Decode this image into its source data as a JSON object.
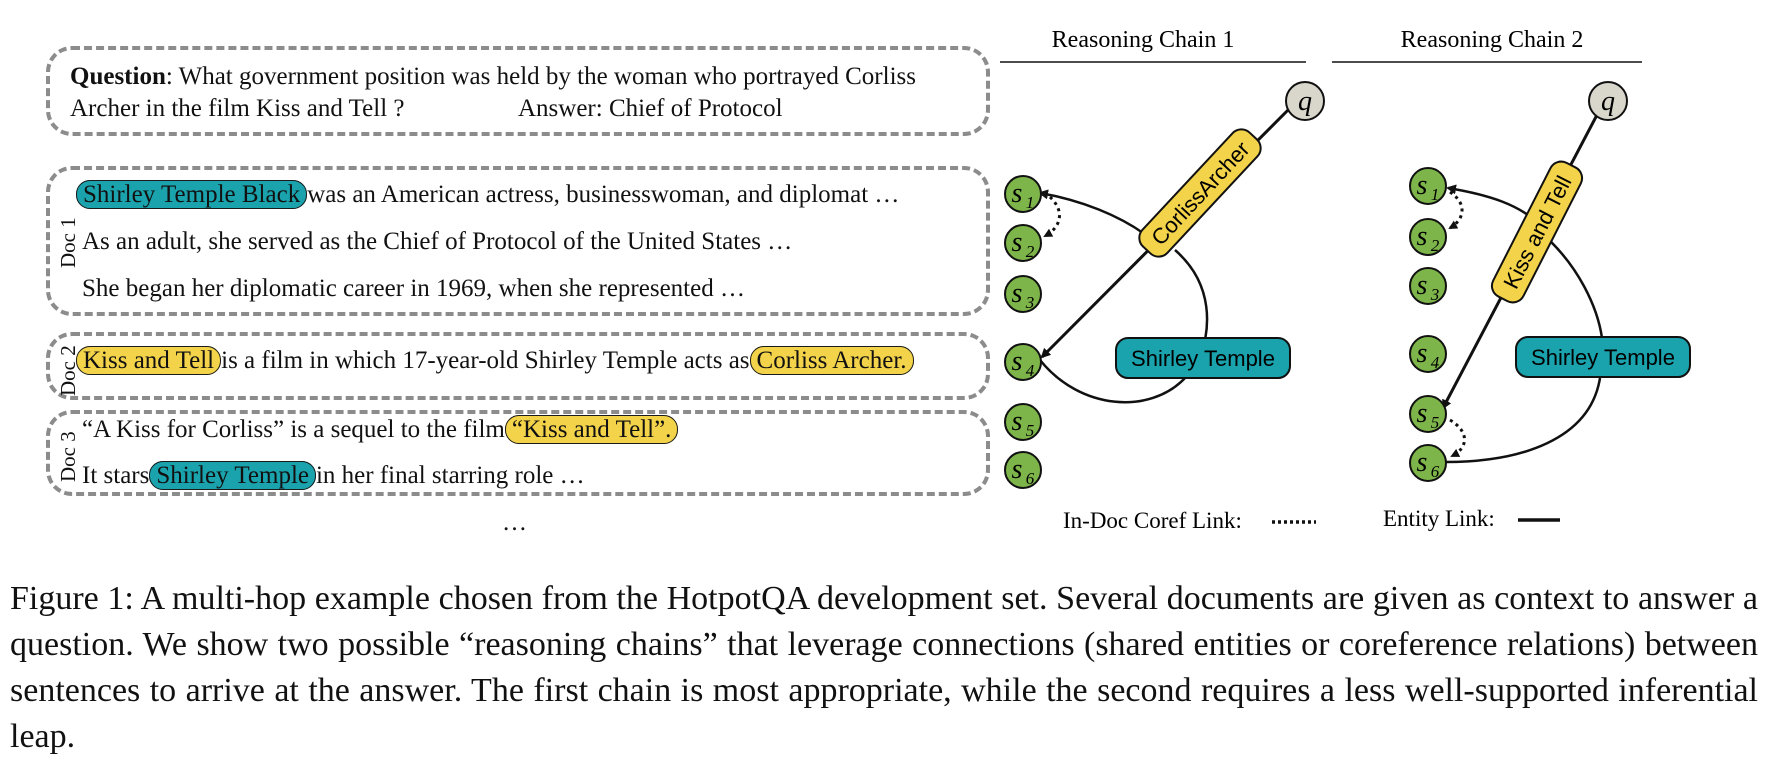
{
  "question": {
    "label": "Question",
    "line1": ":  What government position was held by the woman who portrayed Corliss",
    "line2": "Archer in the film Kiss and Tell ?",
    "answer": "Answer: Chief of Protocol"
  },
  "doc1": {
    "label": "Doc 1",
    "s1_entity": "Shirley Temple Black",
    "s1_rest": "was an American actress, businesswoman, and diplomat …",
    "s2": "As an adult, she served as the Chief of Protocol of the United States …",
    "s3": "She began her diplomatic career in 1969, when she represented …"
  },
  "doc2": {
    "label": "Doc 2",
    "entity1": "Kiss and Tell",
    "middle": "is a film in which 17-year-old Shirley Temple acts as",
    "entity2": "Corliss Archer."
  },
  "doc3": {
    "label": "Doc 3",
    "s1_prefix": "“A Kiss for Corliss” is a sequel to the film",
    "s1_entity": "“Kiss and Tell”.",
    "s2_prefix": "It stars",
    "s2_entity": "Shirley Temple",
    "s2_rest": "in her final starring role …"
  },
  "ellipsis": "…",
  "chain1": {
    "title": "Reasoning Chain 1",
    "query": "q",
    "bridge_entity": "CorlissArcher",
    "entity": "Shirley Temple",
    "nodes": [
      "s",
      "s",
      "s",
      "s",
      "s",
      "s"
    ],
    "subs": [
      "1",
      "2",
      "3",
      "4",
      "5",
      "6"
    ]
  },
  "chain2": {
    "title": "Reasoning Chain 2",
    "query": "q",
    "bridge_entity": "Kiss and Tell",
    "entity": "Shirley Temple",
    "nodes": [
      "s",
      "s",
      "s",
      "s",
      "s",
      "s"
    ],
    "subs": [
      "1",
      "2",
      "3",
      "4",
      "5",
      "6"
    ]
  },
  "legend": {
    "coref": "In-Doc Coref Link:",
    "entity": "Entity Link:"
  },
  "colors": {
    "sentence_node": "#7db54a",
    "query_node": "#d9d6cc",
    "teal_entity": "#1aa3ad",
    "yellow_entity": "#f3d349",
    "dashed_border": "#8c8c8c"
  },
  "caption": "Figure 1:  A multi-hop example chosen from the HotpotQA development set.  Several documents are given as context to answer a question. We show two possible “reasoning chains” that leverage connections (shared entities or coreference relations) between sentences to arrive at the answer. The first chain is most appropriate, while the second requires a less well-supported inferential leap."
}
